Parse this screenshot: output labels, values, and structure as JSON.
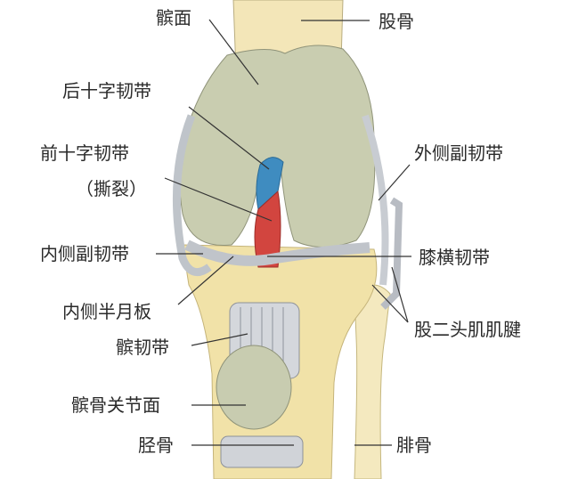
{
  "labels": {
    "patellar_surface": "髌面",
    "femur": "股骨",
    "posterior_cruciate": "后十字韧带",
    "anterior_cruciate": "前十字韧带",
    "torn": "（撕裂）",
    "lateral_collateral": "外侧副韧带",
    "medial_collateral": "内侧副韧带",
    "transverse_ligament": "膝横韧带",
    "medial_meniscus": "内侧半月板",
    "biceps_tendon": "股二头肌肌腱",
    "patellar_ligament": "髌韧带",
    "patella_articular": "髌骨关节面",
    "tibia": "胫骨",
    "fibula": "腓骨"
  },
  "colors": {
    "femur_shaft": "#f3e6b8",
    "condyle": "#c9cdb0",
    "tibia": "#f1e2a8",
    "ligament": "#c8ccd2",
    "posterior_cruciate": "#3f8cc0",
    "anterior_cruciate": "#d2453f"
  }
}
